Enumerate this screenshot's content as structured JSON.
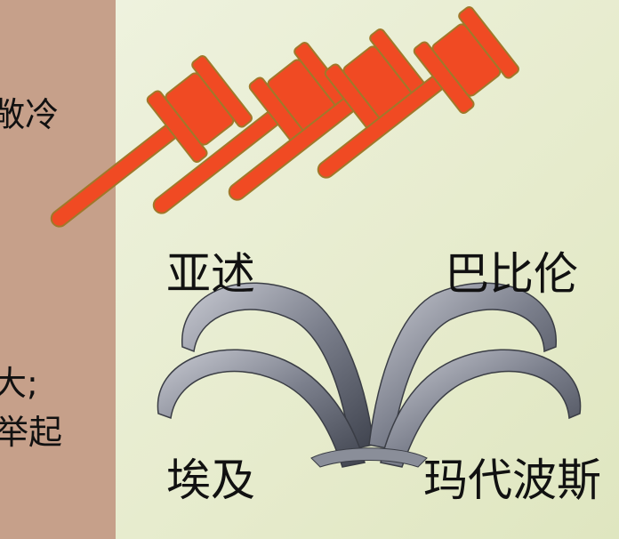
{
  "left_text": {
    "line1": "敞冷",
    "line2": "大;",
    "line3": "举起"
  },
  "labels": {
    "assyria": "亚述",
    "babylon": "巴比伦",
    "egypt": "埃及",
    "medo_persia": "玛代波斯"
  },
  "colors": {
    "panel": "#c6a08a",
    "background": "#e9eed2",
    "hammer": "#f04a23",
    "hammer_outline": "#9a7a2a",
    "horn": "#6b6f7a"
  },
  "icons": [
    "hammer-icon",
    "horn-icon"
  ]
}
